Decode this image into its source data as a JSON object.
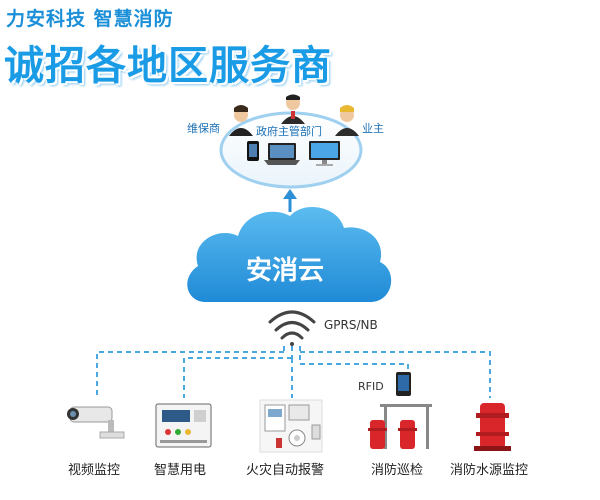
{
  "header": {
    "brand": "力安科技  智慧消防",
    "slogan": "诚招各地区服务商"
  },
  "users": {
    "maintainer": "维保商",
    "government": "政府主管部门",
    "owner": "业主"
  },
  "cloud": {
    "label": "安消云"
  },
  "network": {
    "label": "GPRS/NB"
  },
  "rfid": {
    "label": "RFID"
  },
  "devices": [
    {
      "label": "视频监控"
    },
    {
      "label": "智慧用电"
    },
    {
      "label": "火灾自动报警"
    },
    {
      "label": "消防巡检"
    },
    {
      "label": "消防水源监控"
    }
  ],
  "colors": {
    "brand_blue": "#1a9be6",
    "cloud_blue": "#2a9de0",
    "arrow_blue": "#2d8fd5",
    "dash_blue": "#4aa8e0",
    "fire_red": "#d9262a"
  }
}
